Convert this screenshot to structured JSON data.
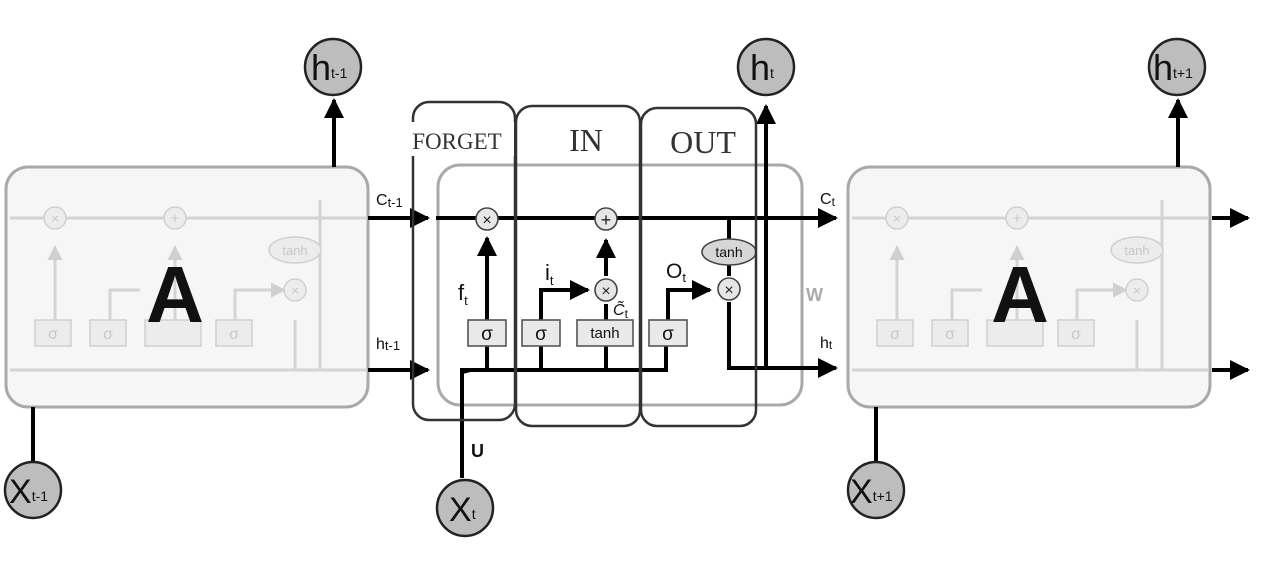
{
  "frames": {
    "forget": "FORGET",
    "in": "IN",
    "out": "OUT"
  },
  "side_cells": {
    "label": "A",
    "gate_sigma": "σ",
    "gate_tanh": "tanh"
  },
  "center_cell": {
    "gate_sigma": "σ",
    "gate_tanh": "tanh",
    "op_multiply": "×",
    "op_add": "+",
    "op_tanh": "tanh",
    "labels": {
      "f": "f",
      "f_sub": "t",
      "i": "i",
      "i_sub": "t",
      "c_tilde": "C̃",
      "c_tilde_sub": "t",
      "o": "O",
      "o_sub": "t"
    },
    "weights": {
      "U": "U",
      "W": "W"
    }
  },
  "states": {
    "c_prev": "C",
    "c_prev_sub": "t-1",
    "c_now": "C",
    "c_now_sub": "t",
    "h_prev": "h",
    "h_prev_sub": "t-1",
    "h_now": "h",
    "h_now_sub": "t"
  },
  "outputs": {
    "h_prev": {
      "main": "h",
      "sub": "t-1"
    },
    "h_now": {
      "main": "h",
      "sub": "t"
    },
    "h_next": {
      "main": "h",
      "sub": "t+1"
    }
  },
  "inputs": {
    "x_prev": {
      "main": "X",
      "sub": "t-1"
    },
    "x_now": {
      "main": "X",
      "sub": "t"
    },
    "x_next": {
      "main": "X",
      "sub": "t+1"
    }
  }
}
